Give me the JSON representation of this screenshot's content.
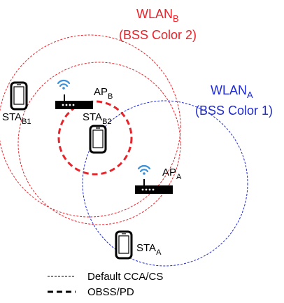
{
  "wlan_b": {
    "label_main": "WLAN",
    "label_sub": "B",
    "color_label": "(BSS Color 2)",
    "color": "#e8232a"
  },
  "wlan_a": {
    "label_main": "WLAN",
    "label_sub": "A",
    "color_label": "(BSS Color 1)",
    "color": "#1f2bd0"
  },
  "stations": {
    "sta_b1": {
      "main": "STA",
      "sub": "B1"
    },
    "sta_b2": {
      "main": "STA",
      "sub": "B2"
    },
    "sta_a": {
      "main": "STA",
      "sub": "A"
    }
  },
  "access_points": {
    "ap_b": {
      "main": "AP",
      "sub": "B"
    },
    "ap_a": {
      "main": "AP",
      "sub": "A"
    }
  },
  "legend": {
    "default_cca_cs": "Default CCA/CS",
    "obss_pd": "OBSS/PD"
  },
  "icons": {
    "router": "router-icon",
    "wifi": "wifi-icon",
    "phone": "smartphone-icon"
  },
  "wifi_color": "#3a8fd6"
}
